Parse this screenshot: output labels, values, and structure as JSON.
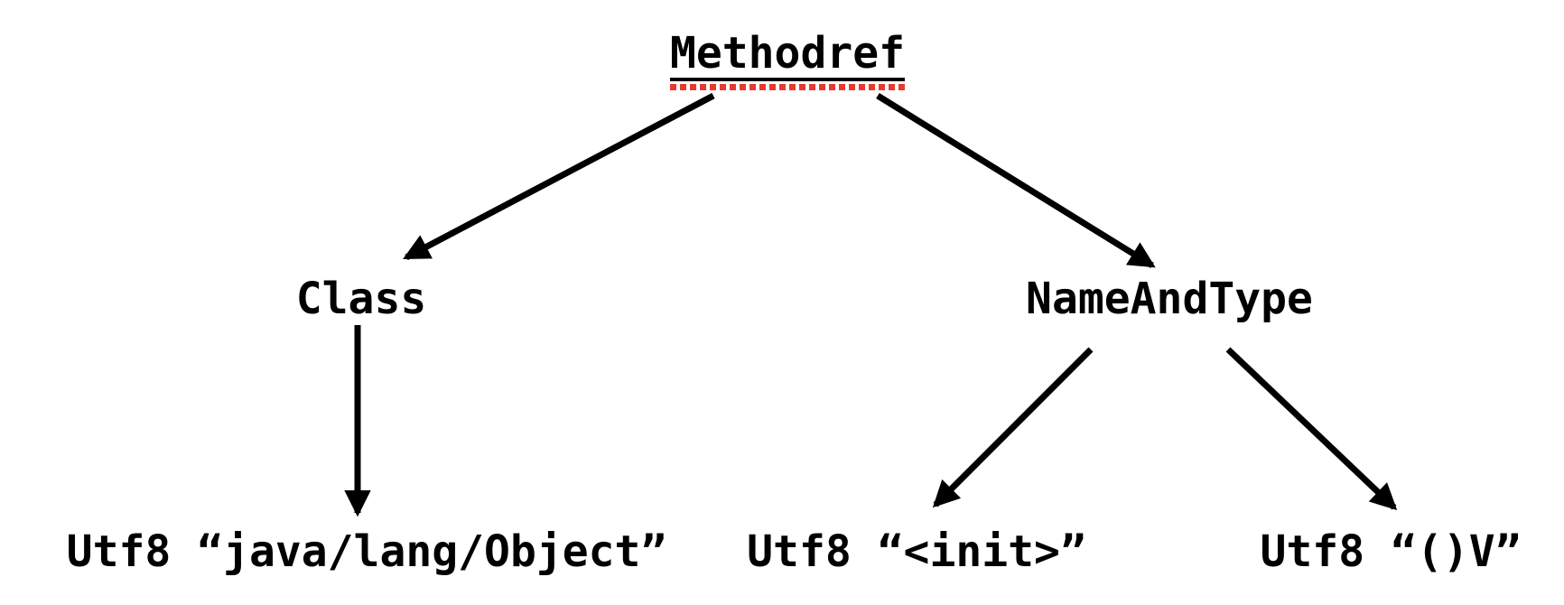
{
  "diagram": {
    "title": "constant-pool reference tree",
    "background_color": "#ffffff",
    "text_color": "#000000",
    "arrow_color": "#000000",
    "spellcheck_underline_color": "#e8392e",
    "nodes": {
      "root": {
        "label": "Methodref",
        "underlined": true,
        "spellcheck_underline": true
      },
      "class": {
        "label": "Class"
      },
      "nameandtype": {
        "label": "NameAndType"
      },
      "utf8_object": {
        "label": "Utf8 “java/lang/Object”"
      },
      "utf8_init": {
        "label": "Utf8 “<init>”"
      },
      "utf8_v": {
        "label": "Utf8 “()V”"
      }
    },
    "edges": [
      {
        "from": "root",
        "to": "class"
      },
      {
        "from": "root",
        "to": "nameandtype"
      },
      {
        "from": "class",
        "to": "utf8_object"
      },
      {
        "from": "nameandtype",
        "to": "utf8_init"
      },
      {
        "from": "nameandtype",
        "to": "utf8_v"
      }
    ]
  }
}
